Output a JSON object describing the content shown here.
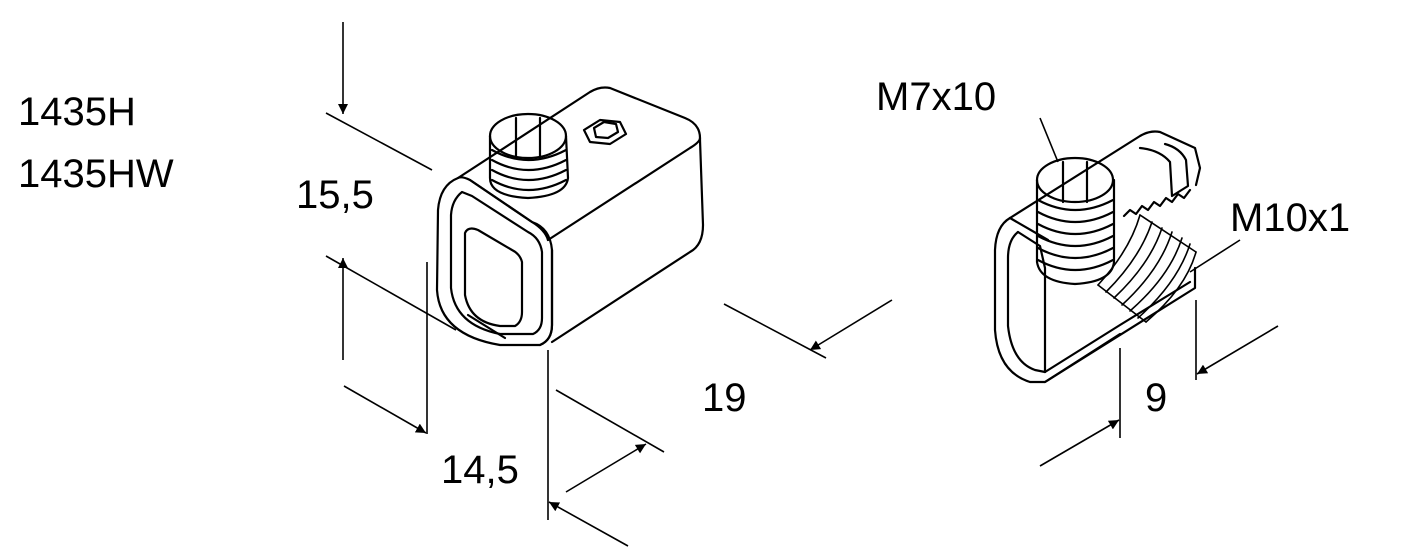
{
  "product_codes": [
    "1435H",
    "1435HW"
  ],
  "dimensions": {
    "height": "15,5",
    "width": "14,5",
    "length": "19",
    "cut_width": "9"
  },
  "threads": {
    "screw": "M7x10",
    "bore": "M10x1"
  },
  "colors": {
    "line": "#000000",
    "background": "#ffffff"
  }
}
